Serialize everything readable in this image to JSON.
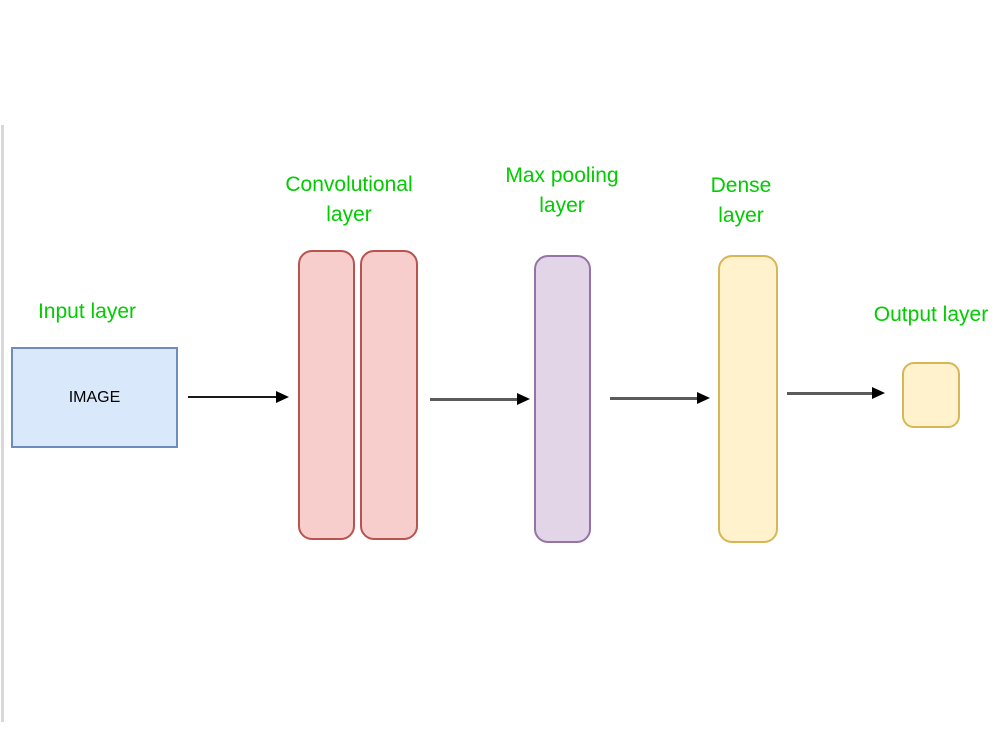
{
  "colors": {
    "label_text": "#00cc00",
    "page_edge": "#d8d8d8",
    "input_fill": "#dae8fc",
    "input_stroke": "#6c8ebf",
    "conv_fill": "#f8cecc",
    "conv_stroke": "#b85450",
    "pool_fill": "#e1d5e7",
    "pool_stroke": "#9673a6",
    "dense_fill": "#fff2cc",
    "dense_stroke": "#d6b656",
    "output_fill": "#fff2cc",
    "output_stroke": "#d6b656",
    "arrow_shaft_first": "#1a1a1a",
    "arrow_shaft": "#5b5b5b",
    "arrow_head": "#000000"
  },
  "nodes": {
    "input": {
      "label": "Input layer",
      "box_text": "IMAGE"
    },
    "conv": {
      "label_line1": "Convolutional",
      "label_line2": "layer"
    },
    "pool": {
      "label_line1": "Max pooling",
      "label_line2": "layer"
    },
    "dense": {
      "label_line1": "Dense",
      "label_line2": "layer"
    },
    "output": {
      "label": "Output layer"
    }
  }
}
